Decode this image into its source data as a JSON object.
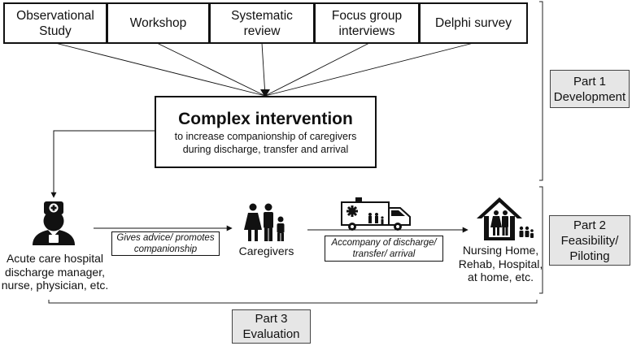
{
  "sources": [
    {
      "id": "observational",
      "lines": [
        "Observational",
        "Study"
      ]
    },
    {
      "id": "workshop",
      "lines": [
        "Workshop"
      ]
    },
    {
      "id": "systematic",
      "lines": [
        "Systematic",
        "review"
      ]
    },
    {
      "id": "focus",
      "lines": [
        "Focus group",
        "interviews"
      ]
    },
    {
      "id": "delphi",
      "lines": [
        "Delphi survey"
      ]
    }
  ],
  "intervention": {
    "title": "Complex intervention",
    "subtitle_lines": [
      "to increase companionship of caregivers",
      "during discharge, transfer and arrival"
    ]
  },
  "parts": [
    {
      "id": "part1",
      "lines": [
        "Part 1",
        "Development"
      ]
    },
    {
      "id": "part2",
      "lines": [
        "Part 2",
        "Feasibility/",
        "Piloting"
      ]
    },
    {
      "id": "part3",
      "lines": [
        "Part 3",
        "Evaluation"
      ]
    }
  ],
  "actors": {
    "provider_lines": [
      "Acute care hospital",
      "discharge manager,",
      "nurse, physician, etc."
    ],
    "caregivers": "Caregivers",
    "destination_lines": [
      "Nursing Home,",
      "Rehab, Hospital,",
      "at home, etc."
    ]
  },
  "actions": {
    "advice_lines": [
      "Gives advice/ promotes",
      "companionship"
    ],
    "accompany_lines": [
      "Accompany of discharge/",
      "transfer/ arrival"
    ]
  },
  "icons": {
    "provider": "healthcare-worker-icon",
    "family": "family-icon",
    "ambulance": "ambulance-icon",
    "home": "house-family-icon"
  },
  "colors": {
    "line": "#111111",
    "part_fill": "#e6e6e6",
    "icon": "#111111"
  }
}
